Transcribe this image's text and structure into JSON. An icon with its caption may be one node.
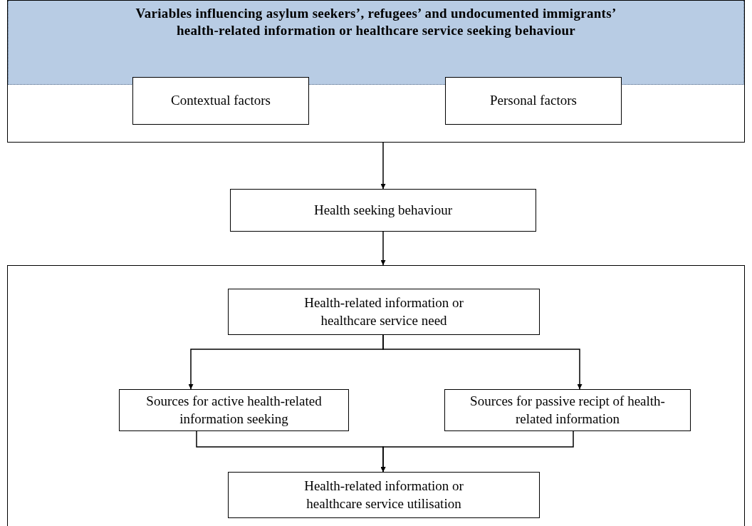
{
  "diagram": {
    "nodes": [
      {
        "text": [
          "Variables influencing asylum seekers’, refugees’ and undocumented immigrants’ health-related information or healthcare service seeking behaviour"
        ]
      },
      {
        "text": [
          "Contextual factors"
        ],
        "in": 0
      },
      {
        "text": [
          "Personal factors"
        ],
        "in": 0
      },
      {
        "text": [
          "Health seeking behaviour"
        ]
      },
      {
        "text": [],
        "shape": "box"
      },
      {
        "text": [
          "Health-related information or healthcare service need"
        ],
        "in": 4
      },
      {
        "text": [
          "Sources for active health-related information seeking"
        ],
        "in": 4
      },
      {
        "text": [
          "Sources for passive recipt of health-related information"
        ],
        "in": 4
      },
      {
        "text": [
          "Health-related information or healthcare service utilisation"
        ],
        "in": 4
      }
    ],
    "edges": [
      {
        "from": 0,
        "to": 3,
        "arrow": "to"
      },
      {
        "from": 3,
        "to": 4,
        "arrow": "to"
      },
      {
        "from": 5,
        "to": 6,
        "arrow": "to"
      },
      {
        "from": 5,
        "to": 7,
        "arrow": "to"
      },
      {
        "from": 6,
        "to": 8,
        "arrow": "to"
      },
      {
        "from": 7,
        "to": 8,
        "arrow": "to"
      }
    ]
  }
}
